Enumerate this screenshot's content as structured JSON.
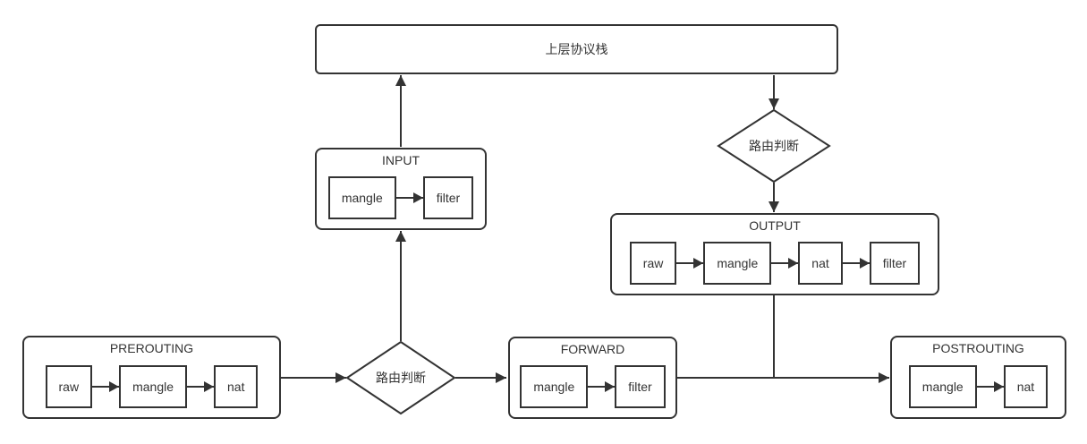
{
  "diagram": {
    "protocol_stack_label": "上层协议栈",
    "routing_decision_top_label": "路由判断",
    "routing_decision_main_label": "路由判断",
    "nodes": {
      "prerouting": {
        "title": "PREROUTING",
        "chain": [
          "raw",
          "mangle",
          "nat"
        ]
      },
      "input": {
        "title": "INPUT",
        "chain": [
          "mangle",
          "filter"
        ]
      },
      "forward": {
        "title": "FORWARD",
        "chain": [
          "mangle",
          "filter"
        ]
      },
      "output": {
        "title": "OUTPUT",
        "chain": [
          "raw",
          "mangle",
          "nat",
          "filter"
        ]
      },
      "postrouting": {
        "title": "POSTROUTING",
        "chain": [
          "mangle",
          "nat"
        ]
      }
    },
    "colors": {
      "stroke": "#333333",
      "shape_fill": "#ffffff",
      "text": "#333333",
      "background": "#ffffff"
    }
  }
}
